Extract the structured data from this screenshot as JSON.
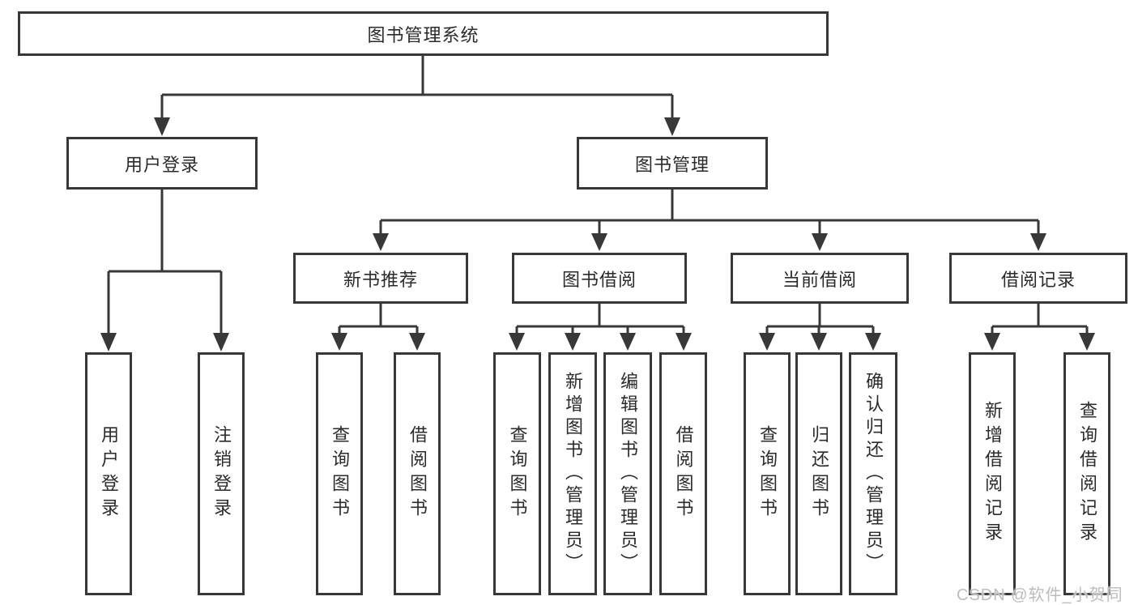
{
  "colors": {
    "line": "#383838",
    "border": "#383838",
    "text": "#2b2b2b",
    "background": "#ffffff",
    "watermark": "#bdbdbd"
  },
  "watermark": "CSDN @软件_小贺同学",
  "tree": {
    "root": {
      "label": "图书管理系统"
    },
    "branches": [
      {
        "label": "用户登录",
        "children": [
          {
            "label": "用户登录"
          },
          {
            "label": "注销登录"
          }
        ]
      },
      {
        "label": "图书管理",
        "children": [
          {
            "label": "新书推荐",
            "children": [
              {
                "label": "查询图书"
              },
              {
                "label": "借阅图书"
              }
            ]
          },
          {
            "label": "图书借阅",
            "children": [
              {
                "label": "查询图书"
              },
              {
                "label": "新增图书（管理员）"
              },
              {
                "label": "编辑图书（管理员）"
              },
              {
                "label": "借阅图书"
              }
            ]
          },
          {
            "label": "当前借阅",
            "children": [
              {
                "label": "查询图书"
              },
              {
                "label": "归还图书"
              },
              {
                "label": "确认归还（管理员）"
              }
            ]
          },
          {
            "label": "借阅记录",
            "children": [
              {
                "label": "新增借阅记录"
              },
              {
                "label": "查询借阅记录"
              }
            ]
          }
        ]
      }
    ]
  }
}
